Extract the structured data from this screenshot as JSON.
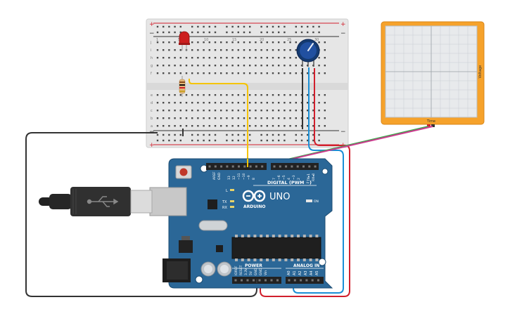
{
  "breadboard": {
    "plus_sign": "+",
    "minus_sign": "−",
    "row_letters_top": [
      "j",
      "i",
      "h",
      "g",
      "f"
    ],
    "row_letters_bottom": [
      "e",
      "d",
      "c",
      "b",
      "a"
    ],
    "column_numbers": [
      "1",
      "5",
      "10",
      "15",
      "20",
      "25",
      "30"
    ]
  },
  "arduino": {
    "brand": "ARDUINO",
    "model": "UNO",
    "digital_label": "DIGITAL (PWM ~)",
    "power_label": "POWER",
    "analog_label": "ANALOG IN",
    "on_label": "ON",
    "tx_label": "TX",
    "rx_label": "RX",
    "l_label": "L",
    "top_header_pins": [
      "AREF",
      "GND",
      "13",
      "12",
      "~11",
      "~10",
      "~9",
      "8",
      "7",
      "~6",
      "~5",
      "4",
      "~3",
      "2",
      "TX▸1",
      "RX◂0"
    ],
    "power_pins": [
      "IOREF",
      "RESET",
      "3.3V",
      "5V",
      "GND",
      "GND",
      "Vin"
    ],
    "analog_pins": [
      "A0",
      "A1",
      "A2",
      "A3",
      "A4",
      "A5"
    ]
  },
  "oscilloscope": {
    "x_axis_label": "Time",
    "y_axis_label": "Voltage"
  },
  "colors": {
    "board_blue": "#2b6797",
    "breadboard": "#e6e6e6",
    "scope_frame": "#f6a22b",
    "wire_yellow": "#f5c400",
    "wire_red": "#d11f2c",
    "wire_blue": "#1a8fd6",
    "wire_green": "#3aa84a",
    "wire_magenta": "#cc3b8f",
    "wire_black": "#333333",
    "led_red": "#cc1f1f"
  }
}
